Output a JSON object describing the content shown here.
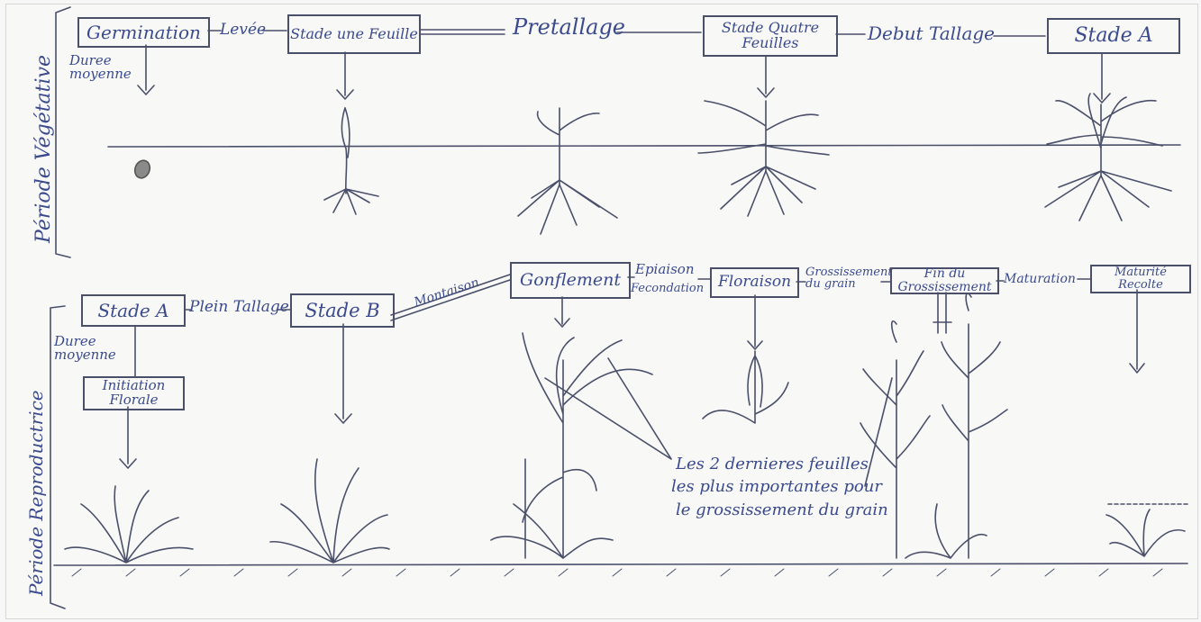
{
  "periods": {
    "vegetative": "Période Végétative",
    "reproductive": "Période Reproductrice"
  },
  "top_row": {
    "germination": "Germination",
    "levee": "Levée",
    "stade_une_feuille": "Stade une Feuille",
    "pretallage": "Pretallage",
    "stade_quatre_feuilles": "Stade Quatre Feuilles",
    "debut_tallage": "Debut Tallage",
    "stade_a": "Stade A",
    "duree_moyenne": "Duree moyenne"
  },
  "bottom_row": {
    "stade_a": "Stade A",
    "plein_tallage": "Plein Tallage",
    "stade_b": "Stade B",
    "montaison": "Montaison",
    "gonflement": "Gonflement",
    "epiaison": "Epiaison",
    "fecondation": "Fecondation",
    "floraison": "Floraison",
    "grossissement_grain": "Grossissement du grain",
    "fin_grossissement": "Fin du Grossissement",
    "maturation": "Maturation",
    "maturite_recolte": "Maturité Recolte",
    "duree_moyenne": "Duree moyenne",
    "initiation_florale": "Initiation Florale"
  },
  "annotation": {
    "line1": "Les 2 dernieres feuilles",
    "line2": "les plus importantes pour",
    "line3": "le grossissement du grain"
  },
  "colors": {
    "ink": "#3a4a8c",
    "pencil": "#4a4f6a",
    "paper": "#f8f9f7"
  }
}
